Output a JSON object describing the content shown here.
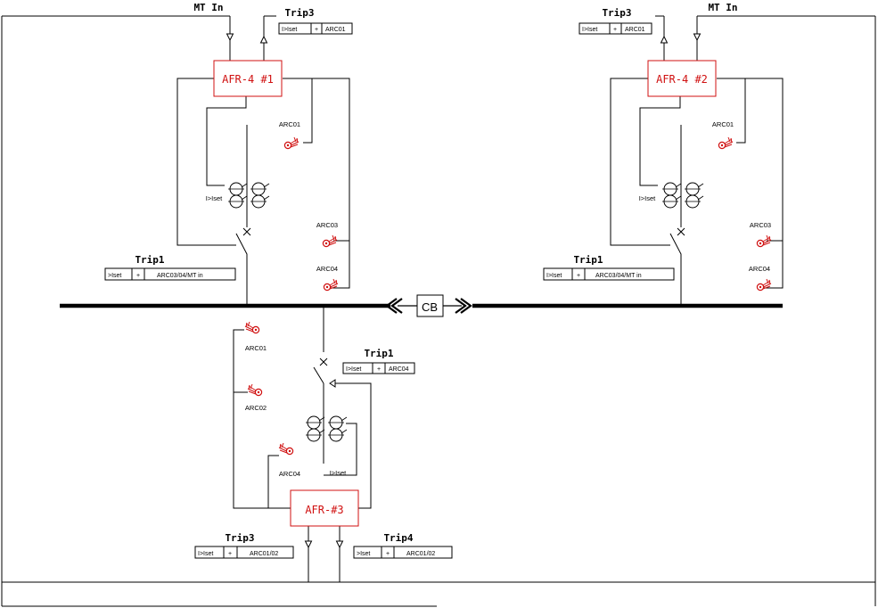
{
  "colors": {
    "line": "#000000",
    "relay": "#d01010",
    "sensor": "#d01010",
    "background": "#ffffff"
  },
  "busbar": {
    "cb_label": "CB"
  },
  "relay1": {
    "name": "AFR-4 #1",
    "mt_in_label": "MT In",
    "trip3": {
      "title": "Trip3",
      "cells": [
        "I>Iset",
        "+",
        "ARC01"
      ]
    },
    "trip1": {
      "title": "Trip1",
      "cells": [
        ">Iset",
        "+",
        "ARC03/04/MT in"
      ]
    },
    "current_label": "I>Iset",
    "sensors": [
      "ARC01",
      "ARC03",
      "ARC04"
    ]
  },
  "relay2": {
    "name": "AFR-4 #2",
    "mt_in_label": "MT In",
    "trip3": {
      "title": "Trip3",
      "cells": [
        "I>Iset",
        "+",
        "ARC01"
      ]
    },
    "trip1": {
      "title": "Trip1",
      "cells": [
        "I>Iset",
        "+",
        "ARC03/04/MT in"
      ]
    },
    "current_label": "I>Iset",
    "sensors": [
      "ARC01",
      "ARC03",
      "ARC04"
    ]
  },
  "relay3": {
    "name": "AFR-#3",
    "trip1": {
      "title": "Trip1",
      "cells": [
        "I>Iset",
        "+",
        "ARC04"
      ]
    },
    "trip3": {
      "title": "Trip3",
      "cells": [
        "I>Iset",
        "+",
        "ARC01/02"
      ]
    },
    "trip4": {
      "title": "Trip4",
      "cells": [
        ">Iset",
        "+",
        "ARC01/02"
      ]
    },
    "current_label": "I>Iset",
    "sensors": [
      "ARC01",
      "ARC02",
      "ARC04"
    ]
  }
}
